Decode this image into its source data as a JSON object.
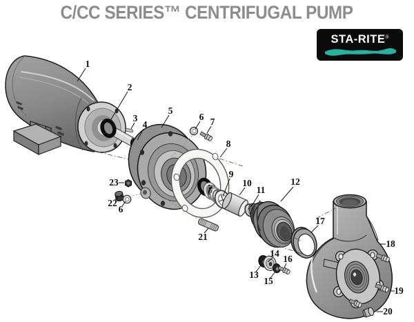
{
  "header": {
    "title": "C/CC SERIES™ CENTRIFUGAL PUMP",
    "title_color": "#8c8c8c"
  },
  "logo": {
    "brand": "STA-RITE",
    "registered_mark": "®",
    "colors": {
      "background": "#0b0b0b",
      "text": "#ffffff",
      "swoosh": "#28b2a2"
    }
  },
  "diagram": {
    "part_labels": [
      "1",
      "2",
      "3",
      "4",
      "5",
      "6",
      "7",
      "8",
      "9",
      "10",
      "11",
      "12",
      "13",
      "14",
      "15",
      "16",
      "17",
      "18",
      "19",
      "20",
      "21",
      "22",
      "23"
    ]
  }
}
